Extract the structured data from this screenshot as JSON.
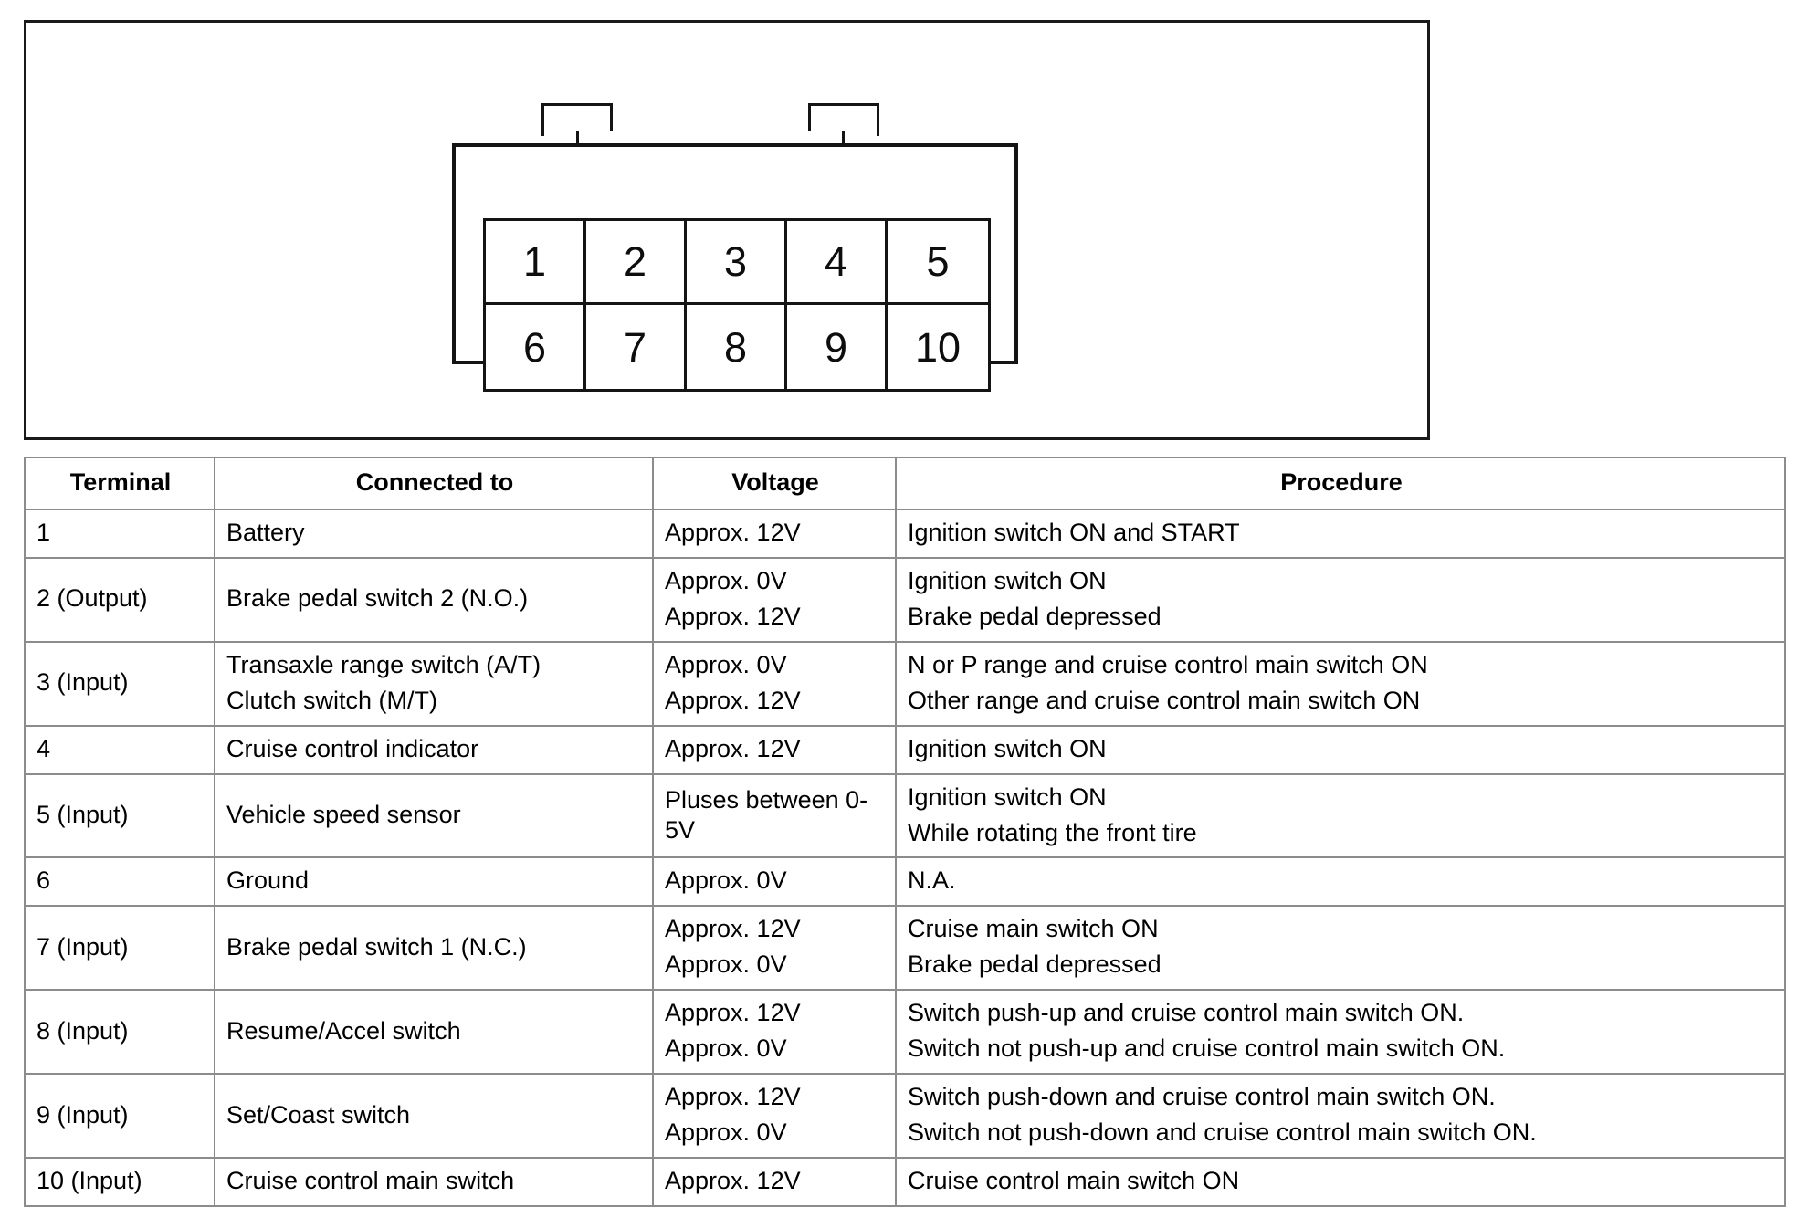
{
  "diagram": {
    "name": "cruise-control-ecu-connector",
    "latches": [
      "latch-tab-left",
      "latch-tab-right"
    ],
    "pins_top": [
      "1",
      "2",
      "3",
      "4",
      "5"
    ],
    "pins_bottom": [
      "6",
      "7",
      "8",
      "9",
      "10"
    ]
  },
  "table": {
    "headers": {
      "terminal": "Terminal",
      "connected_to": "Connected to",
      "voltage": "Voltage",
      "procedure": "Procedure"
    },
    "rows": [
      {
        "terminal": "1",
        "connected_to": [
          "Battery"
        ],
        "voltage": [
          "Approx. 12V"
        ],
        "procedure": [
          "Ignition switch ON and START"
        ]
      },
      {
        "terminal": "2 (Output)",
        "connected_to": [
          "Brake pedal switch 2 (N.O.)"
        ],
        "voltage": [
          "Approx. 0V",
          "Approx. 12V"
        ],
        "procedure": [
          "Ignition switch ON",
          "Brake pedal depressed"
        ]
      },
      {
        "terminal": "3 (Input)",
        "connected_to": [
          "Transaxle range switch (A/T)",
          "Clutch switch (M/T)"
        ],
        "voltage": [
          "Approx. 0V",
          "Approx. 12V"
        ],
        "procedure": [
          "N or P range and cruise control main switch ON",
          "Other range and cruise control main switch ON"
        ]
      },
      {
        "terminal": "4",
        "connected_to": [
          "Cruise control indicator"
        ],
        "voltage": [
          "Approx. 12V"
        ],
        "procedure": [
          "Ignition switch ON"
        ]
      },
      {
        "terminal": "5 (Input)",
        "connected_to": [
          "Vehicle speed sensor"
        ],
        "voltage": [
          "Pluses between 0-5V"
        ],
        "procedure": [
          "Ignition switch ON",
          "While rotating the front tire"
        ]
      },
      {
        "terminal": "6",
        "connected_to": [
          "Ground"
        ],
        "voltage": [
          "Approx. 0V"
        ],
        "procedure": [
          "N.A."
        ]
      },
      {
        "terminal": "7 (Input)",
        "connected_to": [
          "Brake pedal switch 1 (N.C.)"
        ],
        "voltage": [
          "Approx. 12V",
          "Approx. 0V"
        ],
        "procedure": [
          "Cruise main switch ON",
          "Brake pedal depressed"
        ]
      },
      {
        "terminal": "8 (Input)",
        "connected_to": [
          "Resume/Accel switch"
        ],
        "voltage": [
          "Approx. 12V",
          "Approx. 0V"
        ],
        "procedure": [
          "Switch push-up and cruise control main switch ON.",
          "Switch not push-up and cruise control main switch ON."
        ]
      },
      {
        "terminal": "9 (Input)",
        "connected_to": [
          "Set/Coast switch"
        ],
        "voltage": [
          "Approx. 12V",
          "Approx. 0V"
        ],
        "procedure": [
          "Switch push-down and cruise control main switch ON.",
          "Switch not push-down and cruise control main switch ON."
        ]
      },
      {
        "terminal": "10 (Input)",
        "connected_to": [
          "Cruise control main switch"
        ],
        "voltage": [
          "Approx. 12V"
        ],
        "procedure": [
          "Cruise control main switch ON"
        ]
      }
    ]
  },
  "colors": {
    "line": "#141414",
    "table_border": "#8c8c8c",
    "text": "#000000",
    "background": "#ffffff"
  }
}
